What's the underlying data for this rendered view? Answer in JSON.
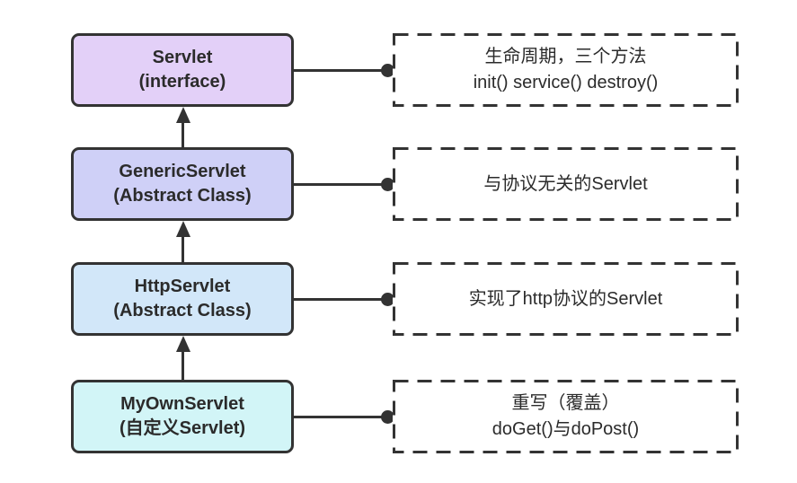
{
  "colors": {
    "border": "#333333",
    "text": "#2b2b2b",
    "background": "#ffffff",
    "node_fills": [
      "#e3d0f8",
      "#cfd0f7",
      "#d2e7f9",
      "#d2f5f7"
    ]
  },
  "nodes": [
    {
      "title": "Servlet",
      "subtitle": "(interface)",
      "fill": "#e3d0f8",
      "note_line1": "生命周期，三个方法",
      "note_line2": "init() service() destroy()"
    },
    {
      "title": "GenericServlet",
      "subtitle": "(Abstract Class)",
      "fill": "#cfd0f7",
      "note_line1": "与协议无关的Servlet",
      "note_line2": ""
    },
    {
      "title": "HttpServlet",
      "subtitle": "(Abstract Class)",
      "fill": "#d2e7f9",
      "note_line1": "实现了http协议的Servlet",
      "note_line2": ""
    },
    {
      "title": "MyOwnServlet",
      "subtitle": "(自定义Servlet)",
      "fill": "#d2f5f7",
      "note_line1": "重写（覆盖）",
      "note_line2": "doGet()与doPost()"
    }
  ]
}
